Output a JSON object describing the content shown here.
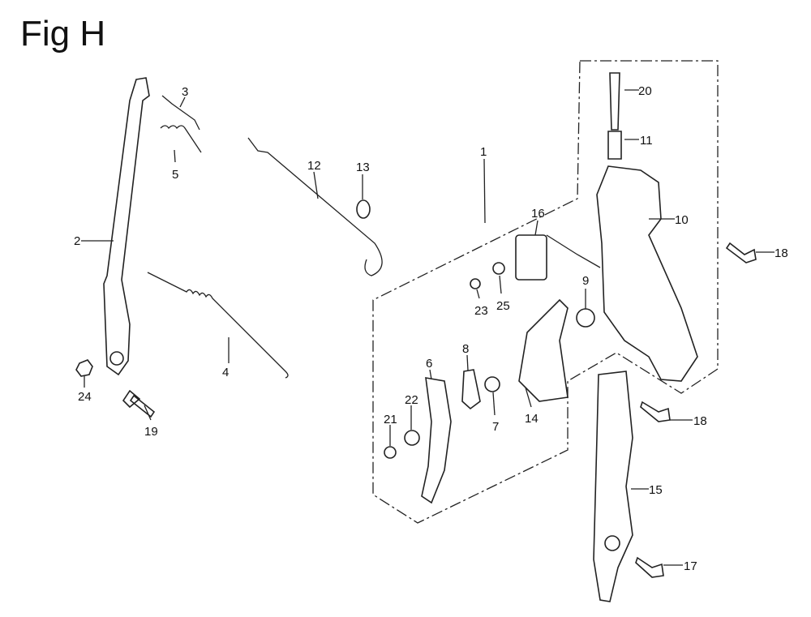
{
  "title": "Fig H",
  "callouts": {
    "c1": "1",
    "c2": "2",
    "c3": "3",
    "c4": "4",
    "c5": "5",
    "c6": "6",
    "c7": "7",
    "c8": "8",
    "c9": "9",
    "c10": "10",
    "c11": "11",
    "c12": "12",
    "c13": "13",
    "c14": "14",
    "c15": "15",
    "c16": "16",
    "c17": "17",
    "c18a": "18",
    "c18b": "18",
    "c19": "19",
    "c20": "20",
    "c21": "21",
    "c22": "22",
    "c23": "23",
    "c24": "24",
    "c25": "25"
  }
}
